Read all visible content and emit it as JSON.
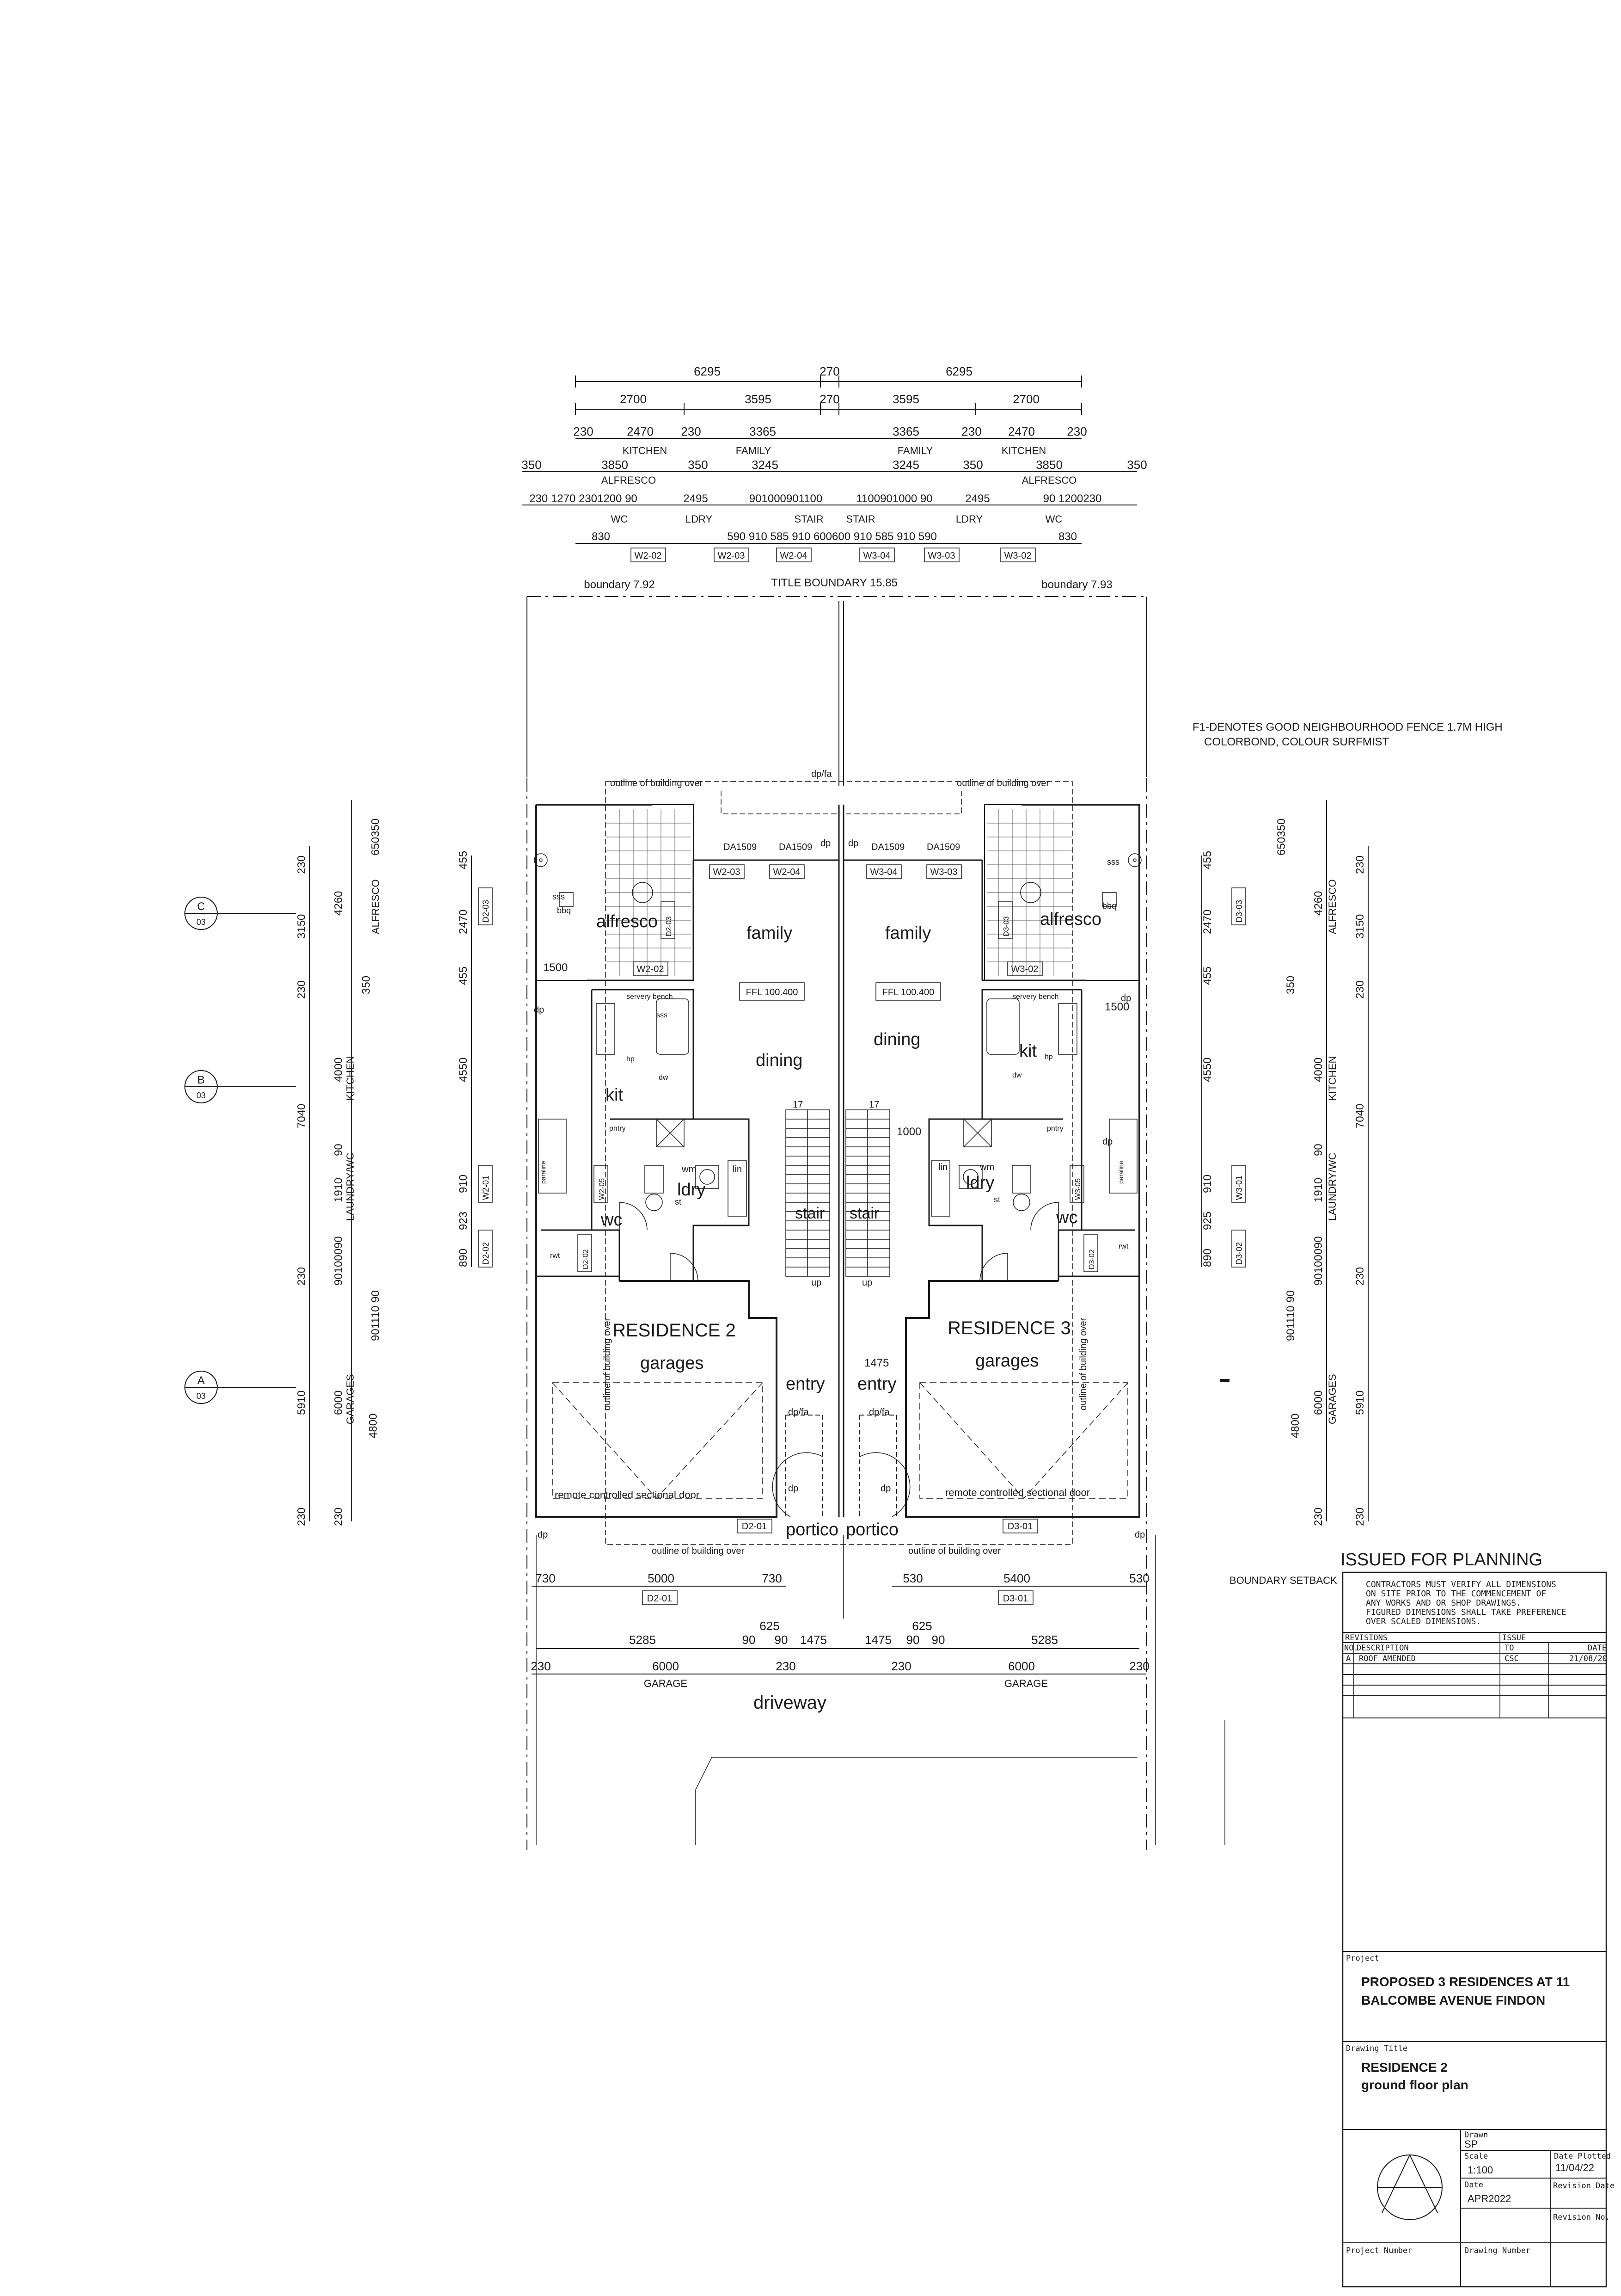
{
  "top_dims": {
    "row1": [
      "6295",
      "270",
      "6295"
    ],
    "row2": [
      "2700",
      "3595",
      "270",
      "3595",
      "2700"
    ],
    "row3": [
      "230",
      "2470",
      "230",
      "3365",
      "3365",
      "230",
      "2470",
      "230"
    ],
    "row3_labels": [
      "KITCHEN",
      "FAMILY",
      "FAMILY",
      "KITCHEN"
    ],
    "row4": [
      "350",
      "3850",
      "350",
      "3245",
      "3245",
      "350",
      "3850",
      "350"
    ],
    "row4_labels": [
      "ALFRESCO",
      "ALFRESCO"
    ],
    "row5_left": "230 1270 2301200  90",
    "row5_mid": [
      "2495",
      "901000901100",
      "1100901000 90",
      "2495"
    ],
    "row5_right": "90  1200230",
    "row5_labels": [
      "WC",
      "LDRY",
      "STAIR",
      "STAIR",
      "LDRY",
      "WC"
    ],
    "row6": [
      "830",
      "590  910  585  910  600600  910  585  910  590",
      "830"
    ],
    "window_tags": [
      "W2-02",
      "W2-03",
      "W2-04",
      "W3-04",
      "W3-03",
      "W3-02"
    ]
  },
  "boundary": {
    "left": "boundary 7.92",
    "title": "TITLE BOUNDARY 15.85",
    "right": "boundary 7.93",
    "setback": "BOUNDARY SETBACK"
  },
  "note": {
    "line1": "F1-DENOTES GOOD NEIGHBOURHOOD FENCE 1.7M HIGH",
    "line2": "COLORBOND, COLOUR SURFMIST"
  },
  "rooms": {
    "alfresco": "alfresco",
    "family": "family",
    "dining": "dining",
    "kit": "kit",
    "ldry": "ldry",
    "wc": "wc",
    "stair": "stair",
    "garages": "garages",
    "entry": "entry",
    "portico": "portico",
    "driveway": "driveway",
    "residence2": "RESIDENCE 2",
    "residence3": "RESIDENCE 3"
  },
  "plan_labels": {
    "outline_over": "outline of building over",
    "dp": "dp",
    "dpfa": "dp/fa",
    "da1509": "DA1509",
    "ffl": "FFL 100.400",
    "servery": "servery bench",
    "sss": "sss",
    "bbq": "bbq",
    "remote_door": "remote controlled sectional door",
    "up": "up",
    "seventeen": "17",
    "dim1500": "1500",
    "dim1000": "1000",
    "dim1475": "1475",
    "wm": "wm",
    "lin": "lin",
    "st": "st",
    "hp": "hp",
    "dw": "dw",
    "pntry": "pntry",
    "paraline": "paraline",
    "rwt": "rwt",
    "doors": [
      "D2-03",
      "D2-02",
      "D2-01",
      "D3-03",
      "D3-02",
      "D3-01",
      "W2-01",
      "W3-01",
      "W2-05",
      "W3-05"
    ]
  },
  "left_dims": {
    "outer": [
      "230",
      "3150",
      "230",
      "7040",
      "230",
      "5910",
      "230"
    ],
    "mid": [
      "4260",
      "ALFRESCO",
      "350",
      "4000",
      "KITCHEN",
      "90",
      "1910",
      "LAUNDRY/WC",
      "90100090",
      "901110 90",
      "6000",
      "GARAGES",
      "4800",
      "230"
    ],
    "mid_top": "650350",
    "inner": [
      "455",
      "2470",
      "455",
      "4550",
      "910",
      "923",
      "890"
    ]
  },
  "right_dims": {
    "outer": [
      "230",
      "3150",
      "230",
      "7040",
      "230",
      "5910",
      "230"
    ],
    "mid": [
      "4260",
      "ALFRESCO",
      "350",
      "4000",
      "KITCHEN",
      "90",
      "1910",
      "LAUNDRY/WC",
      "90100090",
      "901110 90",
      "6000",
      "GARAGES",
      "4800",
      "230"
    ],
    "mid_top": "650350",
    "inner": [
      "455",
      "2470",
      "455",
      "4550",
      "910",
      "925",
      "890"
    ]
  },
  "section_markers": [
    {
      "letter": "C",
      "sheet": "03"
    },
    {
      "letter": "B",
      "sheet": "03"
    },
    {
      "letter": "A",
      "sheet": "03"
    }
  ],
  "bottom_dims": {
    "row1": [
      "730",
      "5000",
      "730",
      "530",
      "5400",
      "530"
    ],
    "row1_tags": [
      "D2-01",
      "D3-01"
    ],
    "row2": [
      "5285",
      "625",
      "90",
      "90",
      "1475",
      "1475",
      "90",
      "90",
      "5285"
    ],
    "row2_extra": "625",
    "row3": [
      "230",
      "6000",
      "230",
      "230",
      "6000",
      "230"
    ],
    "row3_labels": [
      "GARAGE",
      "GARAGE"
    ]
  },
  "title_block": {
    "issued": "ISSUED FOR PLANNING",
    "contractor_note": [
      "CONTRACTORS MUST VERIFY ALL DIMENSIONS",
      "ON SITE PRIOR TO THE COMMENCEMENT OF",
      "ANY WORKS AND OR SHOP DRAWINGS.",
      "FIGURED DIMENSIONS SHALL TAKE PREFERENCE",
      "OVER SCALED DIMENSIONS."
    ],
    "revisions_header": "REVISIONS",
    "issue_header": "ISSUE",
    "col_no": "NO.",
    "col_desc": "DESCRIPTION",
    "col_to": "TO",
    "col_date": "DATE",
    "revision_row": {
      "no": "A",
      "desc": "ROOF AMENDED",
      "to": "CSC",
      "date": "21/08/20"
    },
    "project_label": "Project",
    "project_line1": "PROPOSED 3 RESIDENCES AT 11",
    "project_line2": "BALCOMBE AVENUE FINDON",
    "drawing_title_label": "Drawing Title",
    "drawing_title1": "RESIDENCE 2",
    "drawing_title2": "ground floor plan",
    "drawn_label": "Drawn",
    "drawn_value": "SP",
    "scale_label": "Scale",
    "scale_value": "1:100",
    "date_plotted_label": "Date Plotted",
    "date_plotted_value": "11/04/22",
    "date_label": "Date",
    "date_value": "APR2022",
    "revision_date_label": "Revision Date",
    "project_number_label": "Project Number",
    "drawing_number_label": "Drawing Number",
    "revision_no_label": "Revision No."
  }
}
